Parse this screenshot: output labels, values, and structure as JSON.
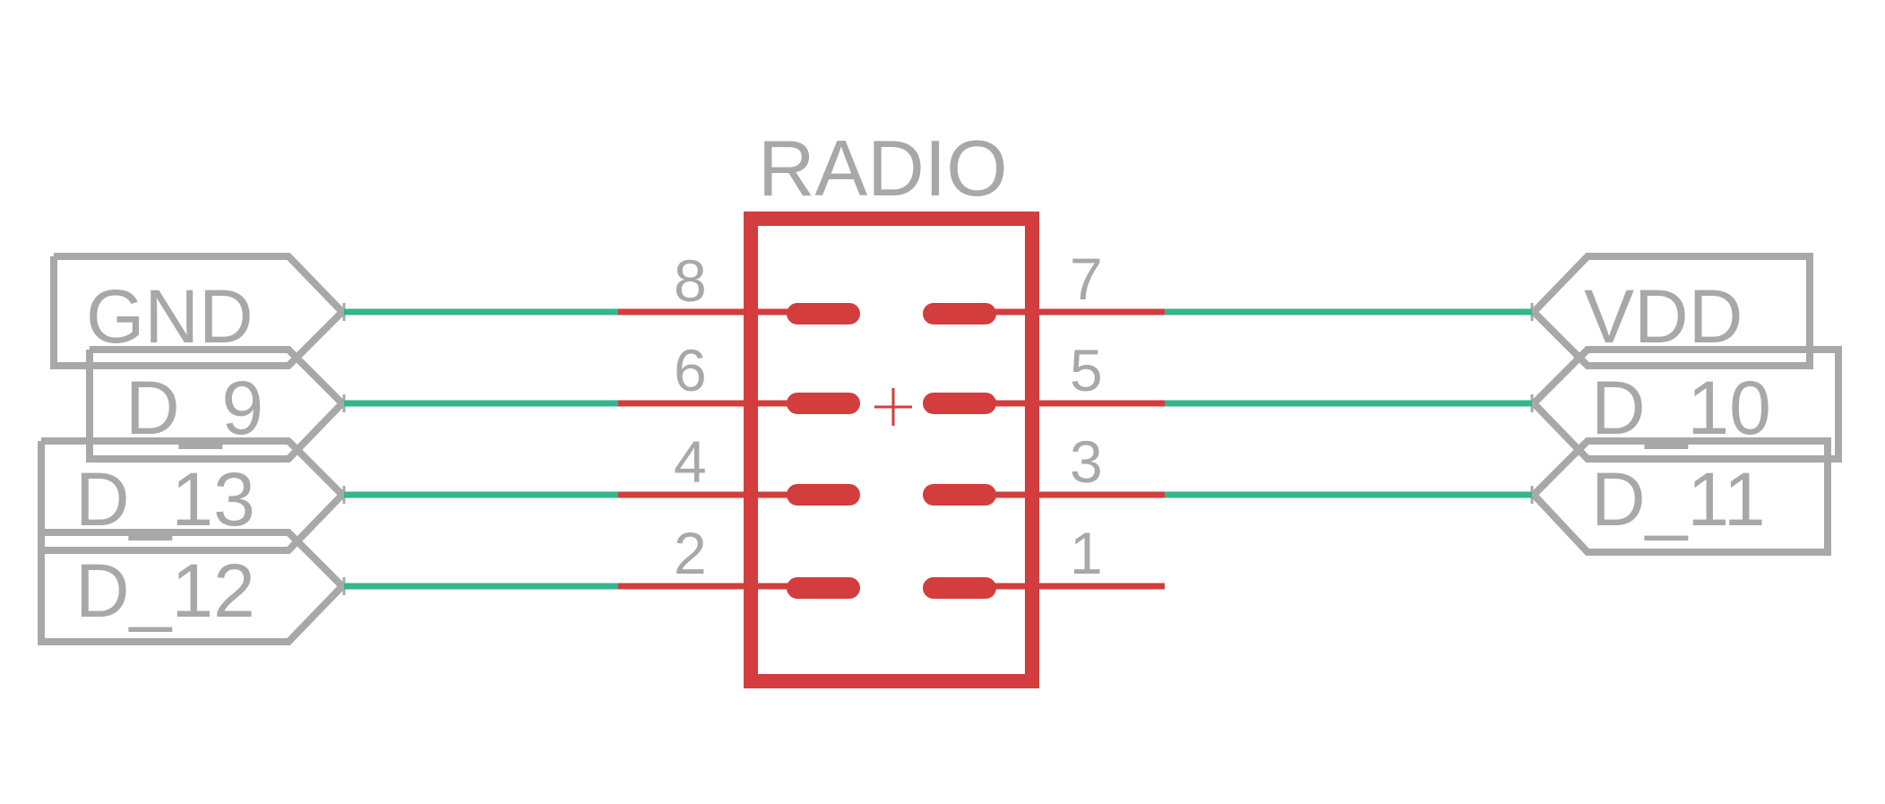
{
  "colors": {
    "background": "#ffffff",
    "component": "#d33d3d",
    "net_wire": "#33b68c",
    "label": "#a8a8a8"
  },
  "component": {
    "name": "RADIO",
    "pins": [
      {
        "number": "8",
        "side": "left"
      },
      {
        "number": "6",
        "side": "left"
      },
      {
        "number": "4",
        "side": "left"
      },
      {
        "number": "2",
        "side": "left"
      },
      {
        "number": "7",
        "side": "right"
      },
      {
        "number": "5",
        "side": "right"
      },
      {
        "number": "3",
        "side": "right"
      },
      {
        "number": "1",
        "side": "right"
      }
    ]
  },
  "net_labels": {
    "left": [
      "GND",
      "D_9",
      "D_13",
      "D_12"
    ],
    "right": [
      "VDD",
      "D_10",
      "D_11"
    ]
  }
}
